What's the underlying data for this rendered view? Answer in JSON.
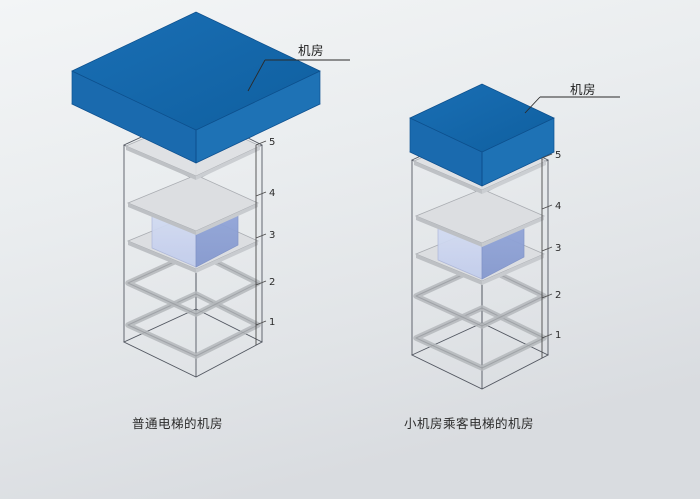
{
  "figure": {
    "background_top_color": "#f2f4f5",
    "background_bottom_color": "#dadde1",
    "machine_room_top_color": "#1569ae",
    "machine_room_front_color": "#1a6aae",
    "machine_room_side_color": "#4979be",
    "machine_room_underside_color": "#5f86c6",
    "slab_color": "#d5d7da",
    "slab_edge_color": "#9a9da2",
    "car_left_face_color": "#c8d2ee",
    "car_right_face_color": "#8ea2d6",
    "shaft_line_color": "#3a3f4a",
    "dimension_line_color": "#4a4a4a"
  },
  "diagrams": [
    {
      "id": "ordinary-elevator",
      "caption": "普通电梯的机房",
      "callout_label": "机房",
      "floor_labels": [
        "5",
        "4",
        "3",
        "2",
        "1"
      ],
      "machine_room_size": "oversized",
      "car_position_floor": "3-4"
    },
    {
      "id": "small-machine-room-passenger-elevator",
      "caption": "小机房乘客电梯的机房",
      "callout_label": "机房",
      "floor_labels": [
        "5",
        "4",
        "3",
        "2",
        "1"
      ],
      "machine_room_size": "compact",
      "car_position_floor": "3-4"
    }
  ]
}
